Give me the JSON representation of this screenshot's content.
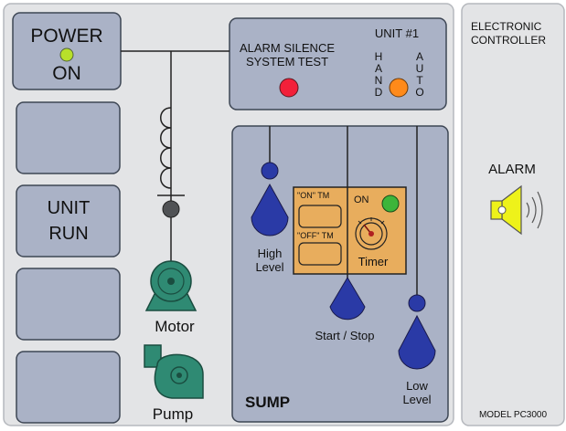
{
  "colors": {
    "panel_bg": "#e3e4e6",
    "box_fill": "#aab2c6",
    "box_stroke": "#3d4654",
    "float_blue": "#2a3aa6",
    "timer_orange": "#e8ad5d",
    "motor_green": "#2f8a73",
    "power_lamp": "#b8e02a",
    "alarm_lamp": "#f2203a",
    "mode_lamp": "#ff8a1a",
    "timer_lamp": "#3db53a",
    "speaker": "#eef21a"
  },
  "left_panel": {
    "power_line1": "POWER",
    "power_line2": "ON",
    "unit_run_line1": "UNIT",
    "unit_run_line2": "RUN"
  },
  "control": {
    "alarm_silence": "ALARM SILENCE",
    "system_test": "SYSTEM TEST",
    "unit_label": "UNIT #1",
    "hand_letters": [
      "H",
      "A",
      "N",
      "D"
    ],
    "auto_letters": [
      "A",
      "U",
      "T",
      "O"
    ]
  },
  "equipment": {
    "motor_label": "Motor",
    "pump_label": "Pump"
  },
  "sump": {
    "title": "SUMP",
    "high_level_line1": "High",
    "high_level_line2": "Level",
    "start_stop": "Start / Stop",
    "low_level_line1": "Low",
    "low_level_line2": "Level"
  },
  "timer": {
    "on_tm": "\"ON\" TM",
    "off_tm": "\"OFF\" TM",
    "on_label": "ON",
    "timer_label": "Timer"
  },
  "controller": {
    "title_line1": "ELECTRONIC",
    "title_line2": "CONTROLLER",
    "alarm_label": "ALARM",
    "model": "MODEL PC3000"
  }
}
